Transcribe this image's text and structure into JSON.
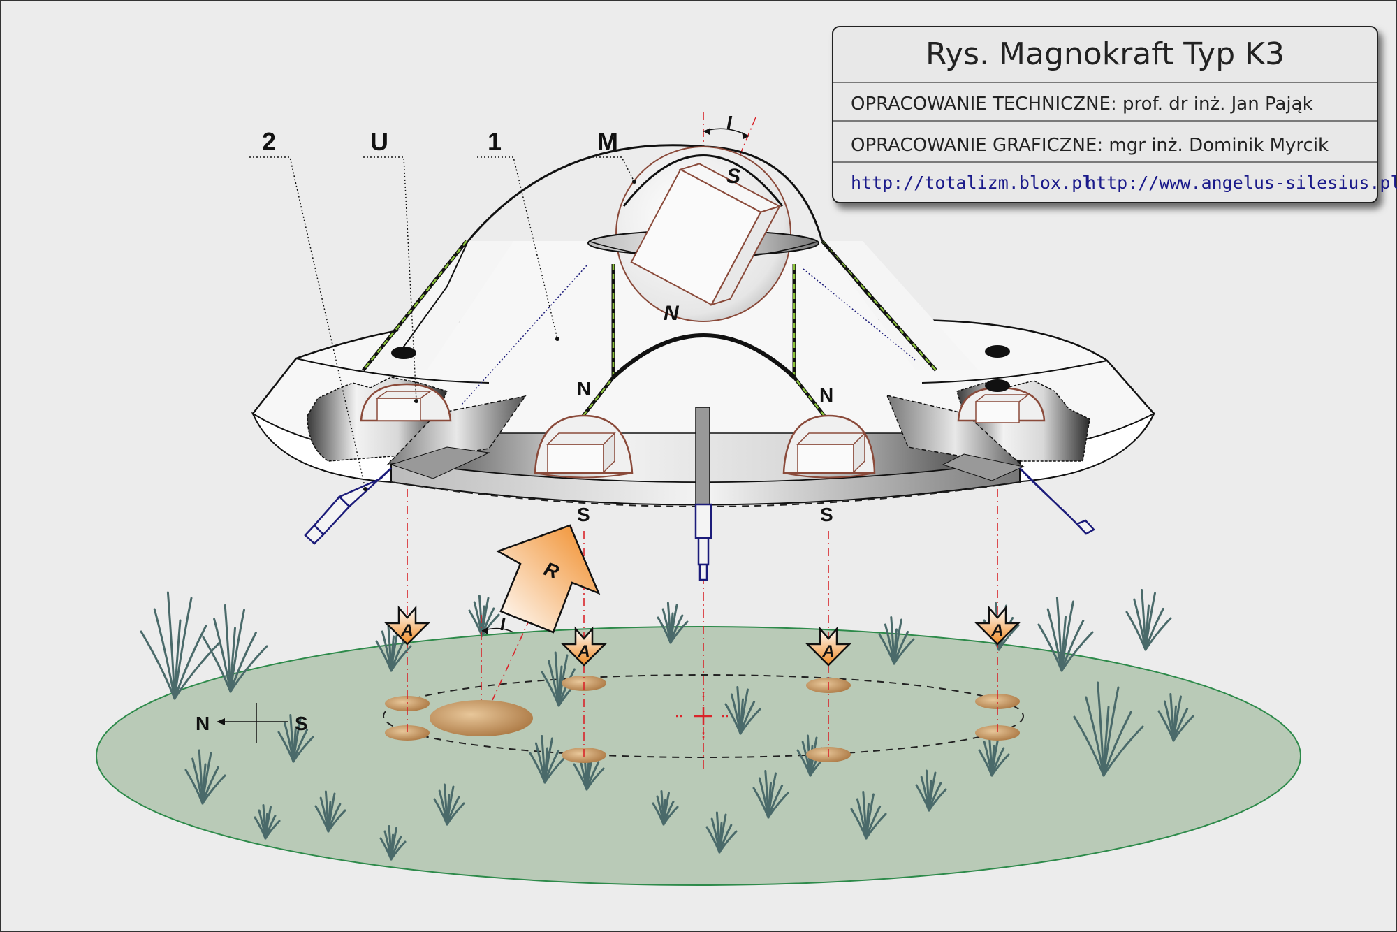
{
  "title_box": {
    "title": "Rys. Magnokraft Typ K3",
    "technical": "OPRACOWANIE TECHNICZNE: prof. dr inż. Jan Pająk",
    "graphic": "OPRACOWANIE GRAFICZNE: mgr inż. Dominik Myrcik",
    "link1": "http://totalizm.blox.pl",
    "link2": "http://www.angelus-silesius.pl"
  },
  "labels": {
    "part_2": "2",
    "part_U": "U",
    "part_1": "1",
    "part_M": "M",
    "angle": "I",
    "main_S": "S",
    "main_N": "N",
    "left_N": "N",
    "right_N": "N",
    "left_S": "S",
    "right_S": "S",
    "resultant": "R",
    "angle_ground": "I",
    "compass_N": "N",
    "compass_S": "S"
  },
  "arrow_label": "A",
  "colors": {
    "ground_fill": "#b9cab7",
    "ground_stroke": "#2d8a4a",
    "axis": "#d9242a",
    "arrow_orange": "#f08a24",
    "magnet_brown": "#8a4a3a",
    "grass": "#4a6a6a",
    "shaft_blue": "#1c1c7a",
    "stripe_green": "#8bc43a"
  }
}
